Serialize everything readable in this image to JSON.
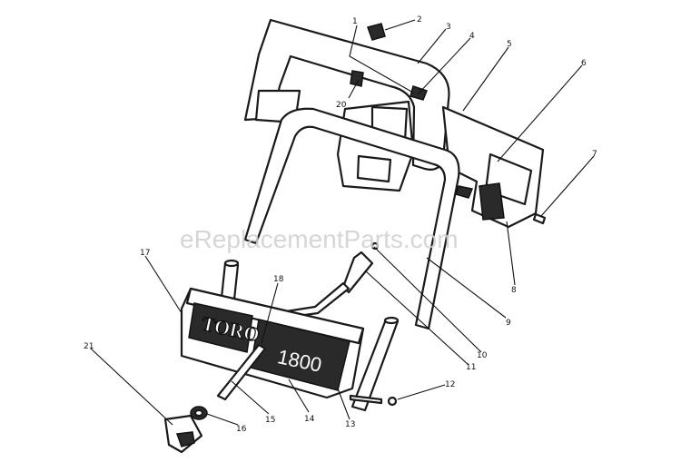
{
  "watermark": "eReplacementParts.com",
  "labels": {
    "brand": "TORO",
    "model": "1800"
  },
  "callouts": [
    "1",
    "2",
    "3",
    "4",
    "5",
    "6",
    "7",
    "8",
    "9",
    "10",
    "11",
    "12",
    "13",
    "14",
    "15",
    "16",
    "17",
    "18",
    "20",
    "21"
  ]
}
